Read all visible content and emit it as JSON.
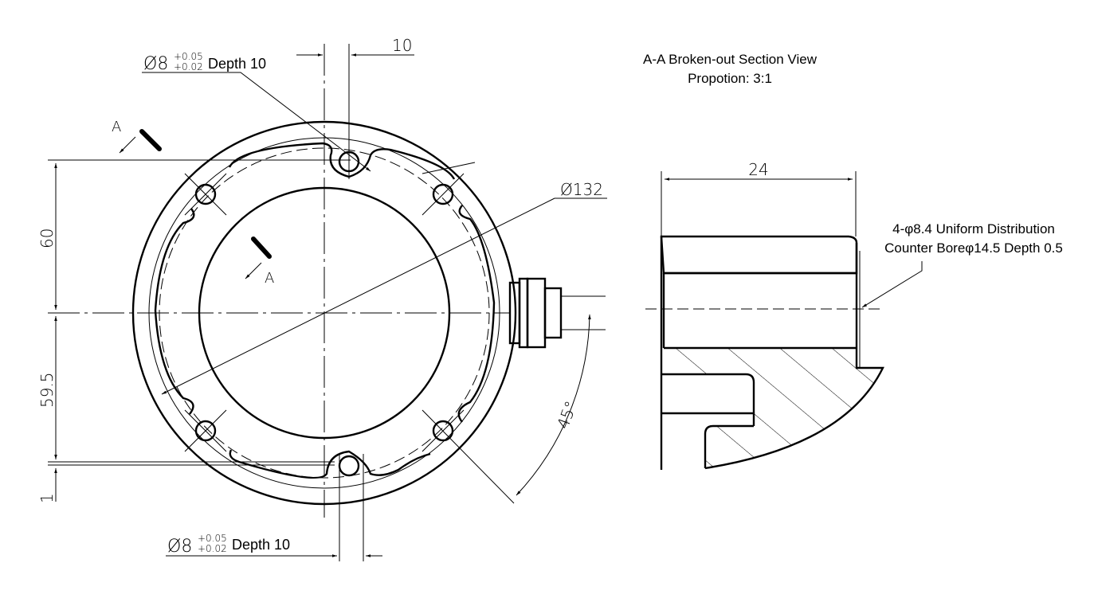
{
  "front_view": {
    "top_hole_note": {
      "symbol": "Ø8",
      "tol_upper": "+0.05",
      "tol_lower": "+0.02",
      "depth": "Depth 10"
    },
    "bottom_hole_note": {
      "symbol": "Ø8",
      "tol_upper": "+0.05",
      "tol_lower": "+0.02",
      "depth": "Depth 10"
    },
    "dim_top_width": "10",
    "dim_diameter": "Ø132",
    "dim_upper_height": "60",
    "dim_lower_height": "59.5",
    "dim_bottom_offset": "1",
    "dim_angle": "45°",
    "section_mark_top": "A",
    "section_mark_inner": "A"
  },
  "section_view": {
    "title": "A-A Broken-out Section View",
    "scale": "Propotion: 3:1",
    "dim_width": "24",
    "hole_note_line1": "4-φ8.4 Uniform Distribution",
    "hole_note_line2": "Counter Boreφ14.5 Depth 0.5"
  }
}
